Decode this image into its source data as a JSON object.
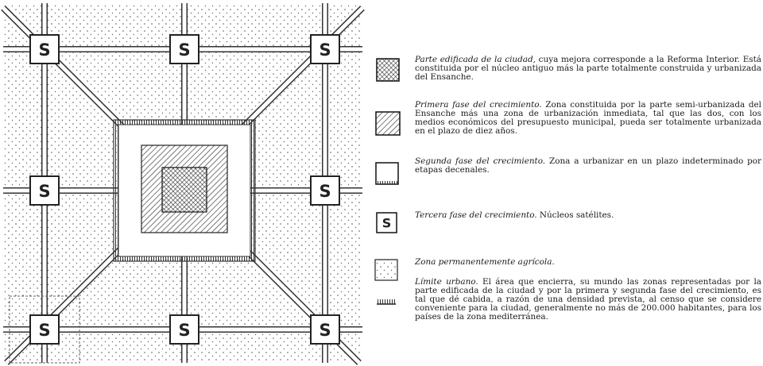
{
  "plan": {
    "satellite_label": "S"
  },
  "legend": [
    {
      "symbol": "crosshatch-square",
      "lead": "Parte edificada de la ciudad,",
      "rest": " cuya mejora corresponde a la Reforma Interior. Está constituida por el núcleo antiguo más la parte totalmente construida y urbanizada del Ensanche."
    },
    {
      "symbol": "diagonal-hatch-square",
      "lead": "Primera fase del crecimiento.",
      "rest": " Zona constituida por la parte semi-urbanizada del Ensanche más una zona de urbanización inmediata, tal que las dos, con los medios económicos del presupuesto municipal, pueda ser totalmente urbanizada en el plazo de diez años."
    },
    {
      "symbol": "blank-square",
      "lead": "Segunda fase del crecimiento.",
      "rest": " Zona a urbanizar en un plazo indeterminado por etapas decenales."
    },
    {
      "symbol": "satellite-square",
      "symbol_label": "S",
      "lead": "Tercera fase del crecimiento.",
      "rest": " Núcleos satélites."
    },
    {
      "symbol": "dotted-square",
      "lead": "Zona permanentemente agrícola.",
      "rest": ""
    },
    {
      "symbol": "boundary-line",
      "lead": "Límite urbano.",
      "rest": " El área que encierra, su mundo las zonas representadas por la parte edificada de la ciudad y por la primera y segunda fase del crecimiento, es tal que dé cabida, a razón de una densidad prevista, al censo que se considere conveniente para la ciudad, generalmente no más de 200.000 habitantes, para los países de la zona mediterránea."
    }
  ]
}
